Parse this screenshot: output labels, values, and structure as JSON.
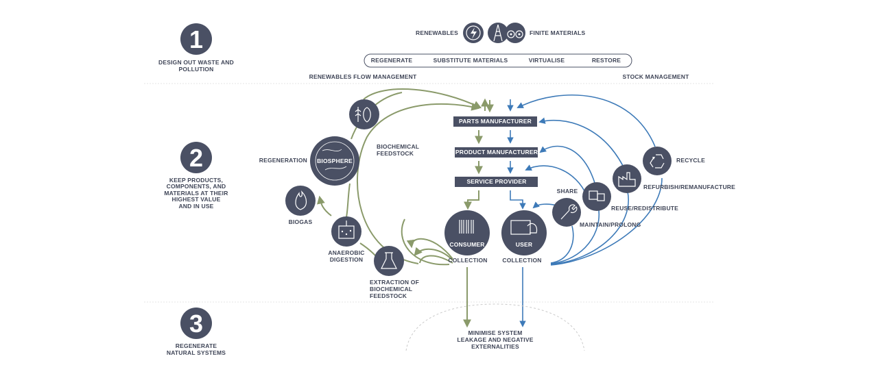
{
  "principles": [
    {
      "number": "1",
      "text": [
        "DESIGN OUT WASTE AND",
        "POLLUTION"
      ]
    },
    {
      "number": "2",
      "text": [
        "KEEP PRODUCTS,",
        "COMPONENTS, AND",
        "MATERIALS AT THEIR",
        "HIGHEST VALUE",
        "AND IN USE"
      ]
    },
    {
      "number": "3",
      "text": [
        "REGENERATE",
        "NATURAL SYSTEMS"
      ]
    }
  ],
  "top": {
    "renewables": "RENEWABLES",
    "finite": "FINITE MATERIALS",
    "strategies": [
      "REGENERATE",
      "SUBSTITUTE MATERIALS",
      "VIRTUALISE",
      "RESTORE"
    ],
    "renewables_flow": "RENEWABLES FLOW MANAGEMENT",
    "stock": "STOCK MANAGEMENT"
  },
  "chain": {
    "parts": "PARTS MANUFACTURER",
    "product": "PRODUCT MANUFACTURER",
    "service": "SERVICE PROVIDER"
  },
  "bio": {
    "biosphere": "BIOSPHERE",
    "regeneration": "REGENERATION",
    "biochemical_feedstock": [
      "BIOCHEMICAL",
      "FEEDSTOCK"
    ],
    "biogas": "BIOGAS",
    "anaerobic": [
      "ANAEROBIC",
      "DIGESTION"
    ],
    "extraction": [
      "EXTRACTION OF",
      "BIOCHEMICAL",
      "FEEDSTOCK"
    ],
    "consumer": "CONSUMER",
    "collection_left": "COLLECTION"
  },
  "tech": {
    "user": "USER",
    "collection_right": "COLLECTION",
    "share": "SHARE",
    "maintain": "MAINTAIN/PROLONG",
    "reuse": "REUSE/REDISTRIBUTE",
    "refurbish": "REFURBISH/REMANUFACTURE",
    "recycle": "RECYCLE"
  },
  "bottom": {
    "leakage": [
      "MINIMISE SYSTEM",
      "LEAKAGE AND NEGATIVE",
      "EXTERNALITIES"
    ]
  },
  "colors": {
    "dark": "#4a5064",
    "green": "#8a9a6a",
    "blue": "#3d7ab8"
  },
  "icons": [
    "lightning-icon",
    "oil-derrick-icon",
    "gears-icon",
    "fish-wheat-icon",
    "globe-icon",
    "flame-icon",
    "digester-icon",
    "flask-icon",
    "barcode-icon",
    "screen-icon",
    "wrench-icon",
    "boxes-icon",
    "factory-icon",
    "recycle-icon"
  ]
}
